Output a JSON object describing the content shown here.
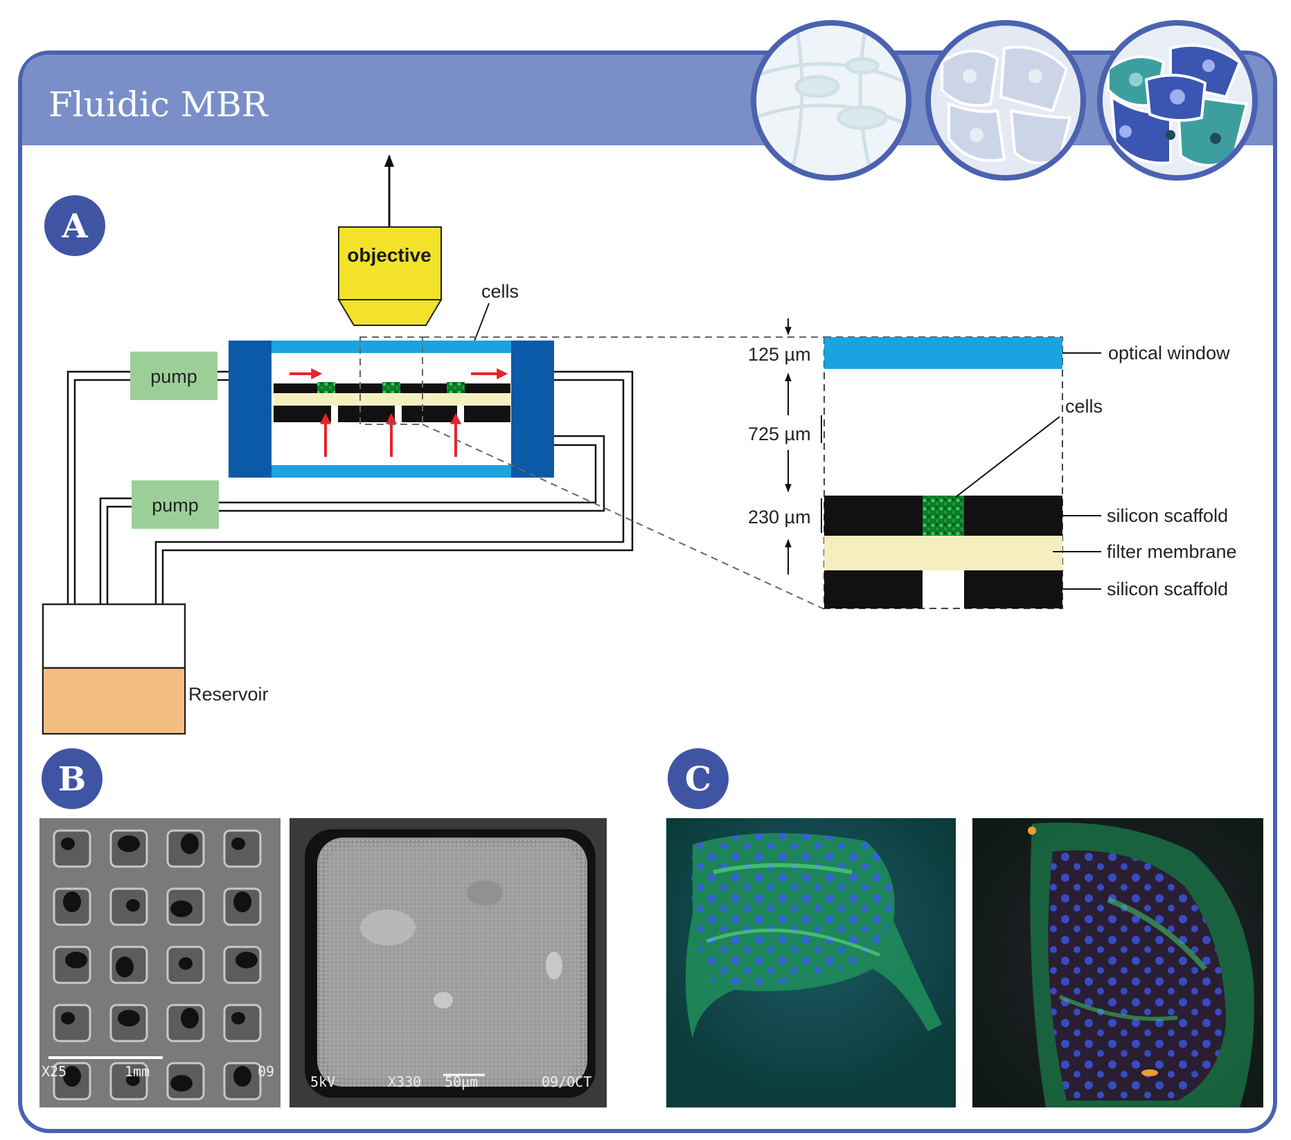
{
  "header": {
    "title": "Fluidic MBR"
  },
  "panels": {
    "a": "A",
    "b": "B",
    "c": "C"
  },
  "diagram": {
    "objective": "objective",
    "cells_left": "cells",
    "pump_top": "pump",
    "pump_bottom": "pump",
    "reservoir": "Reservoir"
  },
  "detail": {
    "dim_125": "125 µm",
    "dim_725": "725 µm",
    "dim_230": "230 µm",
    "optical_window": "optical window",
    "cells": "cells",
    "silicon_scaffold_top": "silicon scaffold",
    "filter_membrane": "filter membrane",
    "silicon_scaffold_bottom": "silicon scaffold"
  },
  "sem": {
    "left_mag": "X25",
    "left_scale": "1mm",
    "left_date": "09",
    "right_kv": "5kV",
    "right_mag": "X330",
    "right_scale": "50µm",
    "right_date": "09/OCT"
  },
  "colors": {
    "header_blue": "#7a8fc8",
    "frame_blue": "#4a62b0",
    "badge_blue": "#3f55a3",
    "device_blue": "#0a5aa8",
    "window_cyan": "#1aa3e0",
    "pump_green": "#9ccf98",
    "membrane_cream": "#f5efc0",
    "reservoir_orange": "#f4bd82",
    "objective_yellow": "#f2e22a",
    "arrow_red": "#e8242a"
  }
}
